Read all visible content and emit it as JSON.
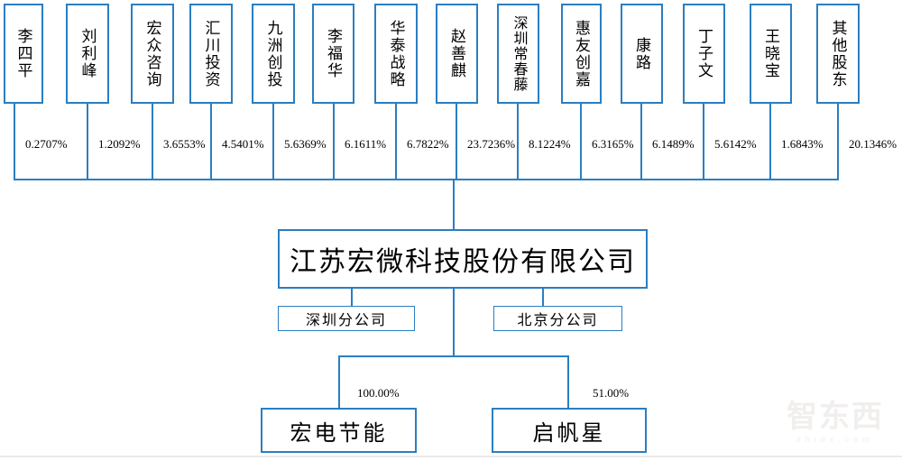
{
  "shareholders": [
    {
      "name": "李四平",
      "pct": "0.2707%"
    },
    {
      "name": "刘利峰",
      "pct": "1.2092%"
    },
    {
      "name": "宏众咨询",
      "pct": "3.6553%"
    },
    {
      "name": "汇川投资",
      "pct": "4.5401%"
    },
    {
      "name": "九洲创投",
      "pct": "5.6369%"
    },
    {
      "name": "李福华",
      "pct": "6.1611%"
    },
    {
      "name": "华泰战略",
      "pct": "6.7822%"
    },
    {
      "name": "赵善麒",
      "pct": "23.7236%"
    },
    {
      "name": "深圳常春藤",
      "pct": "8.1224%"
    },
    {
      "name": "惠友创嘉",
      "pct": "6.3165%"
    },
    {
      "name": "康路",
      "pct": "6.1489%"
    },
    {
      "name": "丁子文",
      "pct": "5.6142%"
    },
    {
      "name": "王晓宝",
      "pct": "1.6843%"
    },
    {
      "name": "其他股东",
      "pct": "20.1346%"
    }
  ],
  "company": {
    "name": "江苏宏微科技股份有限公司"
  },
  "branches": [
    {
      "name": "深圳分公司"
    },
    {
      "name": "北京分公司"
    }
  ],
  "subsidiaries": [
    {
      "name": "宏电节能",
      "pct": "100.00%"
    },
    {
      "name": "启帆星",
      "pct": "51.00%"
    }
  ],
  "watermark": {
    "logo": "智东西",
    "site": "zhidx.com"
  },
  "colors": {
    "line_blue": "#2b7ec1",
    "text": "#000000",
    "watermark_gray": "#f1efee"
  }
}
